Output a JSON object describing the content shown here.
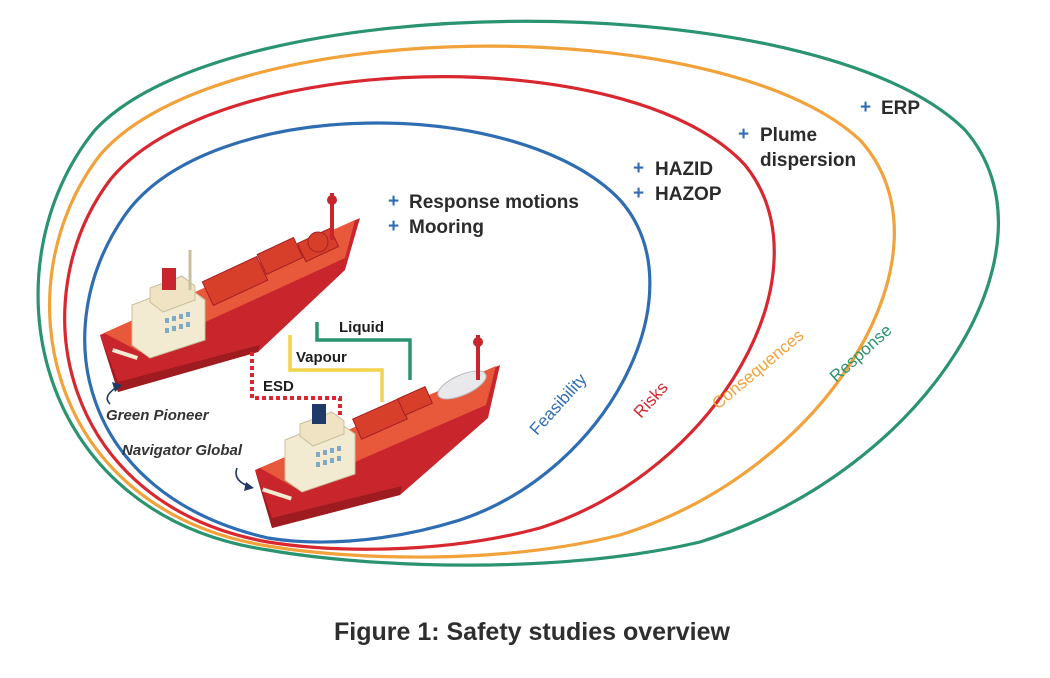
{
  "caption": "Figure 1: Safety studies overview",
  "colors": {
    "feasibility": "#2f6db3",
    "risks": "#d8272f",
    "consequences": "#f2a23a",
    "response": "#2a9370",
    "hull": "#c8262c",
    "deck": "#e8583a",
    "superstructure": "#f3ead2",
    "plus": "#2f6db3"
  },
  "rings": [
    {
      "label": "Feasibility",
      "color": "#2f6db3",
      "items": [
        "Response motions",
        "Mooring"
      ]
    },
    {
      "label": "Risks",
      "color": "#d8272f",
      "items": [
        "HAZID",
        "HAZOP"
      ]
    },
    {
      "label": "Consequences",
      "color": "#f2a23a",
      "items": [
        "Plume",
        "dispersion"
      ]
    },
    {
      "label": "Response",
      "color": "#2a9370",
      "items": [
        "ERP"
      ]
    }
  ],
  "plus_symbol": "+",
  "connections": {
    "liquid": "Liquid",
    "vapour": "Vapour",
    "esd": "ESD"
  },
  "ships": {
    "ship1": "Green Pioneer",
    "ship2": "Navigator Global"
  }
}
